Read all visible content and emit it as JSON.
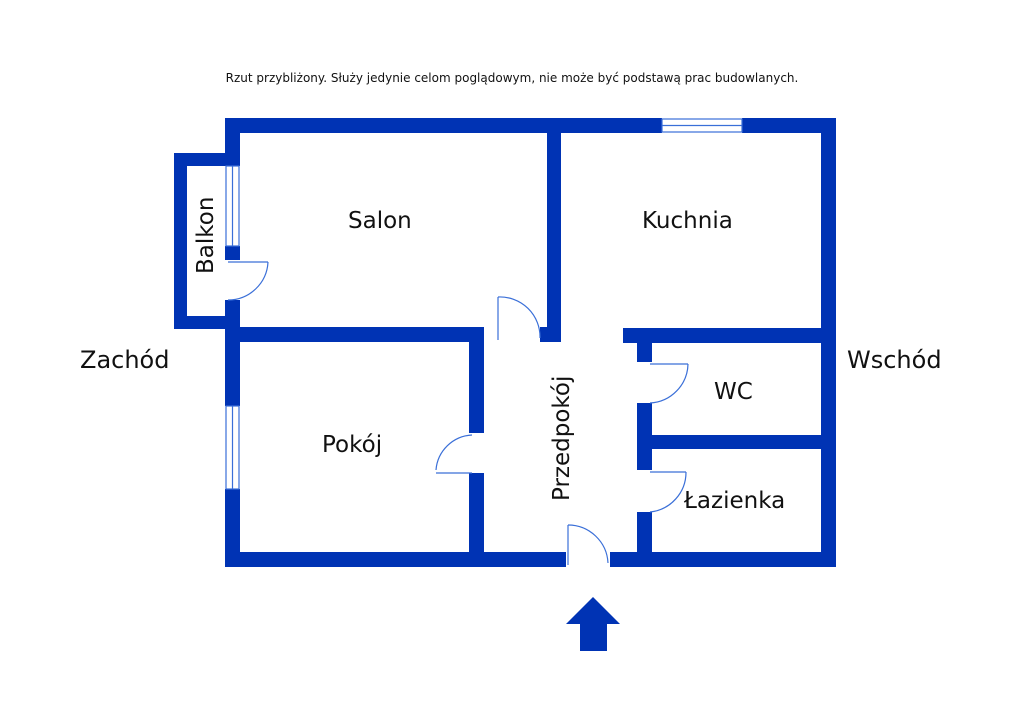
{
  "disclaimer": "Rzut przybliżony. Służy jedynie celom poglądowym, nie może być podstawą prac budowlanych.",
  "directions": {
    "west": "Zachód",
    "east": "Wschód"
  },
  "rooms": {
    "balkon": "Balkon",
    "salon": "Salon",
    "kuchnia": "Kuchnia",
    "pokoj": "Pokój",
    "przedpokoj": "Przedpokój",
    "wc": "WC",
    "lazienka": "Łazienka"
  },
  "colors": {
    "wall": "#0033b4",
    "door": "#3a6fd8",
    "label": "#111111"
  },
  "icons": {
    "entrance": "up-arrow-icon"
  }
}
